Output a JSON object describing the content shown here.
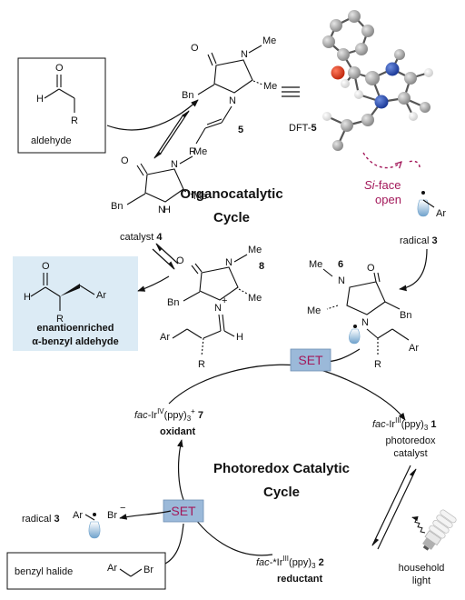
{
  "labels": {
    "aldehyde": "aldehyde",
    "enamine_num": "5",
    "dft_prefix": "DFT-",
    "dft_num": "5",
    "catalyst": "catalyst ",
    "catalyst_num": "4",
    "radical_top": "radical ",
    "radical_top_num": "3",
    "si_face_1": "Si",
    "si_face_2": "-face",
    "si_face_3": "open",
    "organo_1": "Organocatalytic",
    "organo_2": "Cycle",
    "num_8": "8",
    "num_6": "6",
    "product_1": "enantioenriched",
    "product_2": "α-benzyl aldehyde",
    "set_top": "SET",
    "set_bottom": "SET",
    "ir4_pre": "fac",
    "ir4_mid": "-Ir",
    "ir4_sup": "IV",
    "ir4_post": "(ppy)",
    "ir4_sub": "3",
    "ir4_charge": "+",
    "ir4_num": " 7",
    "oxidant": "oxidant",
    "ir3_pre": "fac",
    "ir3_mid": "-Ir",
    "ir3_sup": "III",
    "ir3_post": "(ppy)",
    "ir3_sub": "3",
    "ir3_num": " 1",
    "photoredox_cat_1": "photoredox",
    "photoredox_cat_2": "catalyst",
    "photo_cycle_1": "Photoredox Catalytic",
    "photo_cycle_2": "Cycle",
    "radical_bottom": "radical ",
    "radical_bottom_num": "3",
    "br_minus": "Br",
    "benzyl_halide": "benzyl halide",
    "ir_ex_pre": "fac",
    "ir_ex_mid": "-*Ir",
    "ir_ex_sup": "III",
    "ir_ex_post": "(ppy)",
    "ir_ex_sub": "3",
    "ir_ex_num": " 2",
    "reductant": "reductant",
    "household_1": "household",
    "household_2": "light"
  },
  "atoms": {
    "O": "O",
    "H": "H",
    "R": "R",
    "N": "N",
    "Me": "Me",
    "Bn": "Bn",
    "Ar": "Ar",
    "Br": "Br",
    "plus": "+",
    "minus": "−"
  },
  "colors": {
    "set_box": "#9bb9d9",
    "set_text": "#a3185a",
    "product_box": "#dcebf5",
    "dft_oxygen": "#e03a1f",
    "dft_nitrogen": "#2346a8",
    "dft_carbon": "#9c9c9c",
    "dft_hydrogen": "#f2f2f2",
    "si_face": "#a3185a",
    "orbital": "#8fb6d6"
  },
  "icons": [
    "light-bulb-icon",
    "squiggle-light-icon"
  ]
}
